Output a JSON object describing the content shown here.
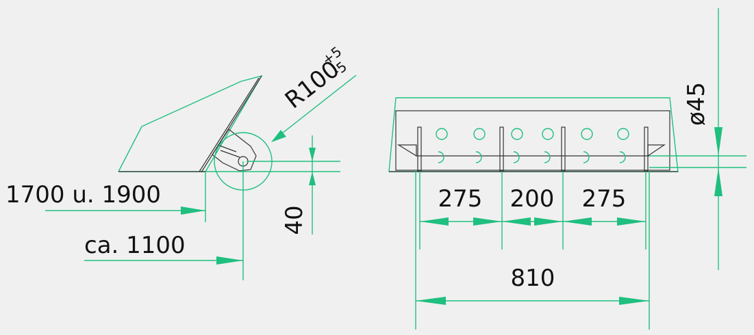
{
  "drawing": {
    "background_color": "#f0f0f0",
    "dimension_color": "#1fbf7f",
    "outline_color": "#333333",
    "side_view": {
      "range_label": "1700 u. 1900",
      "approx_label": "ca. 1100",
      "height_label": "40",
      "radius_label": "R100",
      "radius_tol_upper": "+5",
      "radius_tol_lower": "-5"
    },
    "front_view": {
      "spacing_left": "275",
      "spacing_middle": "200",
      "spacing_right": "275",
      "overall_width": "810",
      "diameter_label": "ø45"
    }
  }
}
